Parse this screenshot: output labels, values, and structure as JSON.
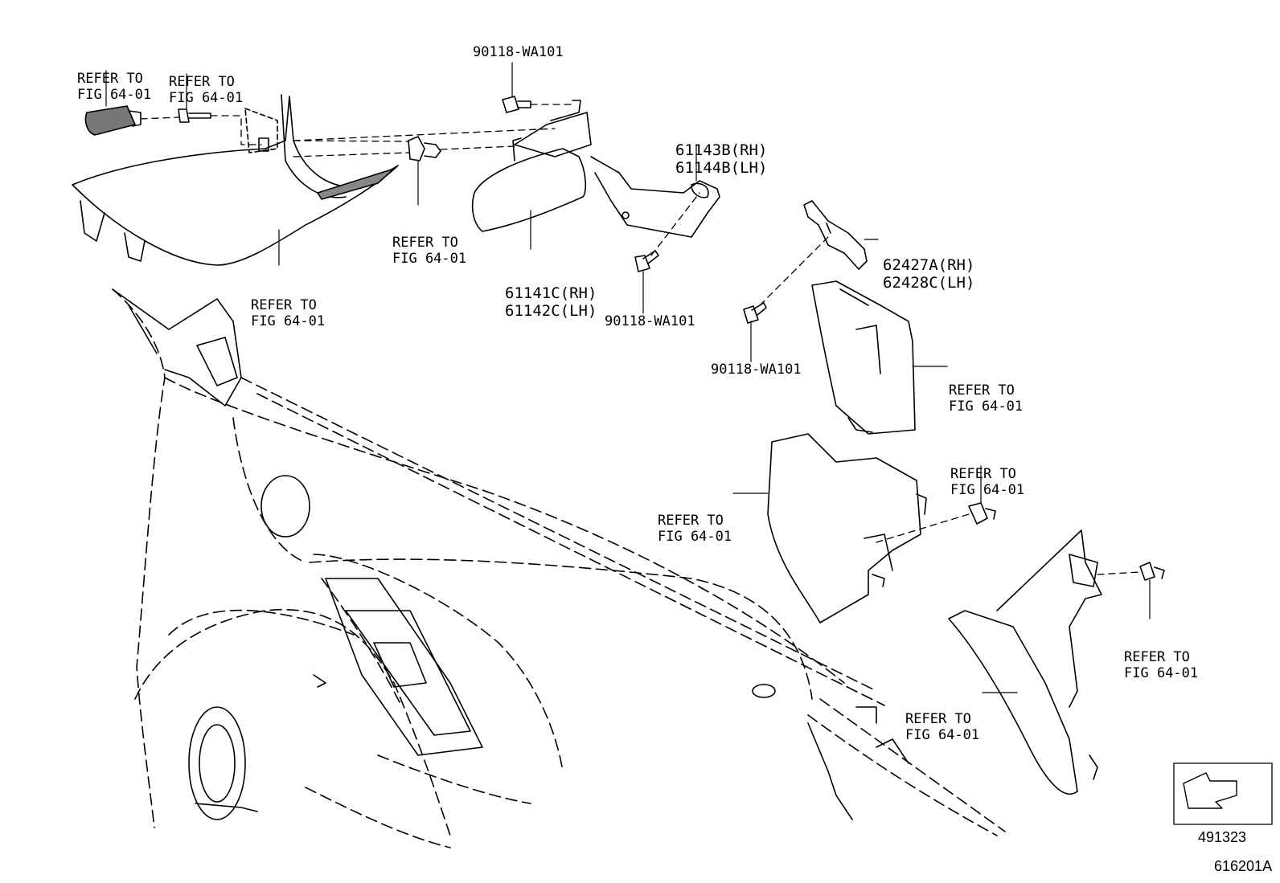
{
  "refer": {
    "l1": "REFER TO",
    "l2": "FIG 64-01"
  },
  "parts": {
    "p61141": {
      "rh": "61141C(RH)",
      "lh": "61142C(LH)"
    },
    "p61143": {
      "rh": "61143B(RH)",
      "lh": "61144B(LH)"
    },
    "p62427": {
      "rh": "62427A(RH)",
      "lh": "62428C(LH)"
    },
    "bolt": "90118-WA101"
  },
  "inset_code": "491323",
  "figure_code": "616201A"
}
